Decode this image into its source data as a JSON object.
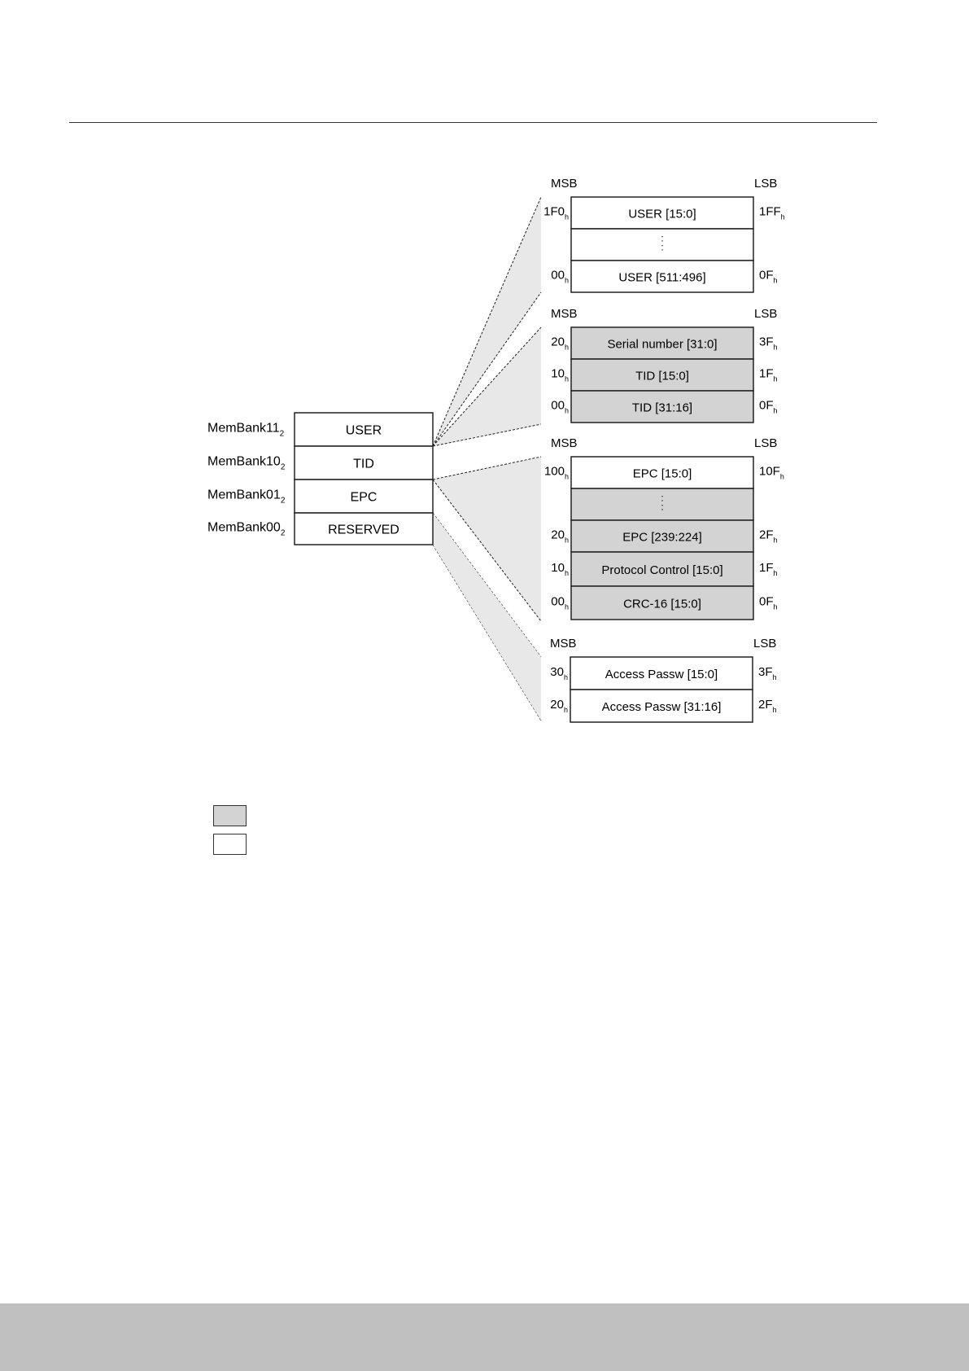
{
  "diagram": {
    "bank_headers": {
      "msb": "MSB",
      "lsb": "LSB"
    },
    "banks": [
      {
        "name": "USER",
        "label": "MemBank11",
        "sub": "2"
      },
      {
        "name": "TID",
        "label": "MemBank10",
        "sub": "2"
      },
      {
        "name": "EPC",
        "label": "MemBank01",
        "sub": "2"
      },
      {
        "name": "RESERVED",
        "label": "MemBank00",
        "sub": "2"
      }
    ],
    "maps": [
      {
        "bank": "USER",
        "rows": [
          {
            "text": "USER [15:0]",
            "msb": "1F0",
            "lsb": "1FF",
            "shaded": false
          },
          {
            "text": ":",
            "msb": "",
            "lsb": "",
            "shaded": false,
            "ellipsis": true
          },
          {
            "text": "USER [511:496]",
            "msb": "00",
            "lsb": "0F",
            "shaded": false
          }
        ]
      },
      {
        "bank": "TID",
        "rows": [
          {
            "text": "Serial number [31:0]",
            "msb": "20",
            "lsb": "3F",
            "shaded": true
          },
          {
            "text": "TID [15:0]",
            "msb": "10",
            "lsb": "1F",
            "shaded": true
          },
          {
            "text": "TID [31:16]",
            "msb": "00",
            "lsb": "0F",
            "shaded": true
          }
        ]
      },
      {
        "bank": "EPC",
        "rows": [
          {
            "text": "EPC [15:0]",
            "msb": "100",
            "lsb": "10F",
            "shaded": false
          },
          {
            "text": ":",
            "msb": "",
            "lsb": "",
            "shaded": true,
            "ellipsis": true
          },
          {
            "text": "EPC [239:224]",
            "msb": "20",
            "lsb": "2F",
            "shaded": true
          },
          {
            "text": "Protocol Control [15:0]",
            "msb": "10",
            "lsb": "1F",
            "shaded": true
          },
          {
            "text": "CRC-16 [15:0]",
            "msb": "00",
            "lsb": "0F",
            "shaded": true
          }
        ]
      },
      {
        "bank": "RESERVED",
        "rows": [
          {
            "text": "Access Passw [15:0]",
            "msb": "30",
            "lsb": "3F",
            "shaded": false
          },
          {
            "text": "Access Passw [31:16]",
            "msb": "20",
            "lsb": "2F",
            "shaded": false
          }
        ]
      }
    ],
    "address_suffix": "h",
    "colors": {
      "shaded": "#d3d3d3",
      "fan": "#e8e8e8",
      "line": "#222222",
      "footer": "#c0c0c0"
    }
  }
}
